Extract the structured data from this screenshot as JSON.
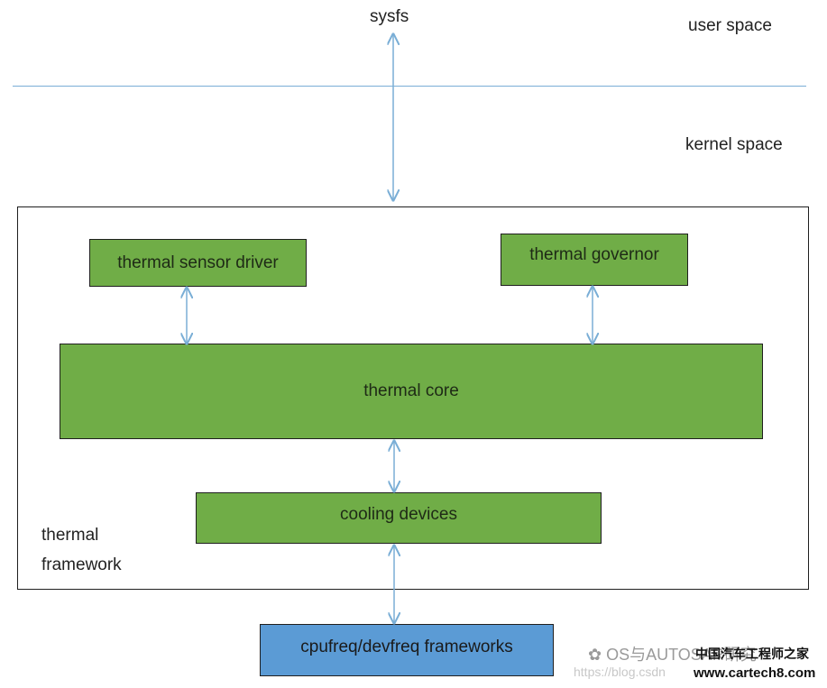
{
  "colors": {
    "box_green": "#70ad47",
    "box_blue": "#5b9bd5",
    "arrow": "#7aaed6",
    "divider": "#7aaed6"
  },
  "labels": {
    "sysfs": "sysfs",
    "user_space": "user space",
    "kernel_space": "kernel space",
    "thermal_framework_line1": "thermal",
    "thermal_framework_line2": "framework"
  },
  "boxes": {
    "thermal_sensor_driver": "thermal sensor driver",
    "thermal_governor": "thermal governor",
    "thermal_core": "thermal core",
    "cooling_devices": "cooling devices",
    "cpufreq_devfreq": "cpufreq/devfreq frameworks"
  },
  "watermark": {
    "wechat": "OS与AUTOSAR研究",
    "url": "https://blog.csdn",
    "site_cn": "中国汽车工程师之家",
    "site": "www.cartech8.com"
  }
}
